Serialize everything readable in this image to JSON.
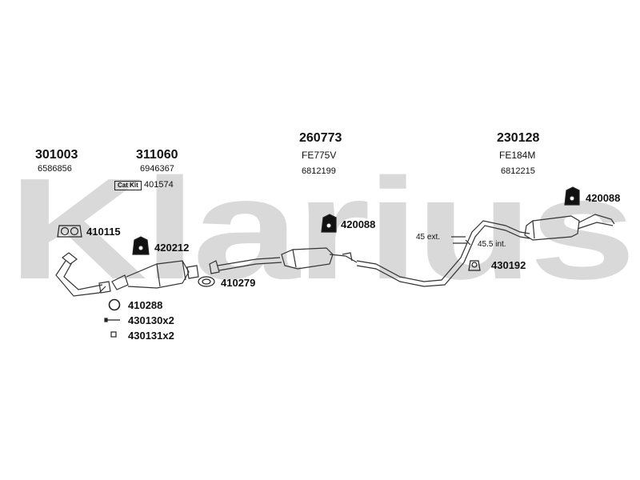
{
  "watermark": {
    "text": "Klarius"
  },
  "groups": [
    {
      "part": "301003",
      "oe": "6586856"
    },
    {
      "part": "311060",
      "oe": "6946367",
      "kit_badge": "Cat Kit",
      "kit": "401574"
    },
    {
      "part": "260773",
      "ref": "FE775V",
      "oe": "6812199"
    },
    {
      "part": "230128",
      "ref": "FE184M",
      "oe": "6812215"
    }
  ],
  "fittings": {
    "f410115": "410115",
    "f420212": "420212",
    "f410279": "410279",
    "f420088a": "420088",
    "f420088b": "420088",
    "f430192": "430192",
    "f410288": "410288",
    "f430130": "430130x2",
    "f430131": "430131x2"
  },
  "annotations": {
    "ext": "45 ext.",
    "int": "45.5 int."
  },
  "colors": {
    "watermark": "#d9d9d9",
    "line": "#333333",
    "text": "#111111"
  }
}
